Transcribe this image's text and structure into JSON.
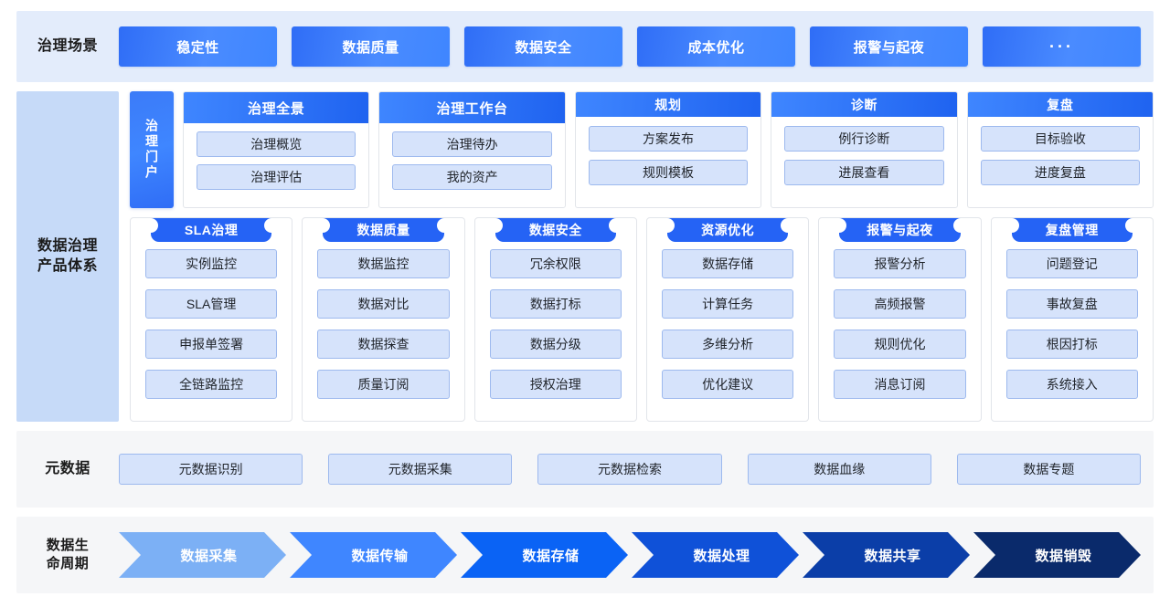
{
  "scenarios": {
    "label": "治理场景",
    "items": [
      {
        "label": "稳定性"
      },
      {
        "label": "数据质量"
      },
      {
        "label": "数据安全"
      },
      {
        "label": "成本优化"
      },
      {
        "label": "报警与起夜"
      },
      {
        "label": "···"
      }
    ]
  },
  "products": {
    "label": "数据治理\n产品体系",
    "label_line1": "数据治理",
    "label_line2": "产品体系",
    "portal_tab": "治理门户",
    "portal_cards": [
      {
        "title": "治理全景",
        "size": "wide",
        "items": [
          "治理概览",
          "治理评估"
        ]
      },
      {
        "title": "治理工作台",
        "size": "wide",
        "items": [
          "治理待办",
          "我的资产"
        ]
      },
      {
        "title": "规划",
        "size": "narrow",
        "items": [
          "方案发布",
          "规则模板"
        ]
      },
      {
        "title": "诊断",
        "size": "narrow",
        "items": [
          "例行诊断",
          "进展查看"
        ]
      },
      {
        "title": "复盘",
        "size": "narrow",
        "items": [
          "目标验收",
          "进度复盘"
        ]
      }
    ],
    "domains": [
      {
        "title": "SLA治理",
        "items": [
          "实例监控",
          "SLA管理",
          "申报单签署",
          "全链路监控"
        ]
      },
      {
        "title": "数据质量",
        "items": [
          "数据监控",
          "数据对比",
          "数据探查",
          "质量订阅"
        ]
      },
      {
        "title": "数据安全",
        "items": [
          "冗余权限",
          "数据打标",
          "数据分级",
          "授权治理"
        ]
      },
      {
        "title": "资源优化",
        "items": [
          "数据存储",
          "计算任务",
          "多维分析",
          "优化建议"
        ]
      },
      {
        "title": "报警与起夜",
        "items": [
          "报警分析",
          "高频报警",
          "规则优化",
          "消息订阅"
        ]
      },
      {
        "title": "复盘管理",
        "items": [
          "问题登记",
          "事故复盘",
          "根因打标",
          "系统接入"
        ]
      }
    ]
  },
  "metadata": {
    "label": "元数据",
    "items": [
      "元数据识别",
      "元数据采集",
      "元数据检索",
      "数据血缘",
      "数据专题"
    ]
  },
  "lifecycle": {
    "label_line1": "数据生",
    "label_line2": "命周期",
    "stages": [
      {
        "label": "数据采集",
        "color": "#7cb0f5"
      },
      {
        "label": "数据传输",
        "color": "#3f86ff"
      },
      {
        "label": "数据存储",
        "color": "#0a63f5"
      },
      {
        "label": "数据处理",
        "color": "#0f51d8"
      },
      {
        "label": "数据共享",
        "color": "#0b3ea8"
      },
      {
        "label": "数据销毁",
        "color": "#0a2a6b"
      }
    ]
  },
  "colors": {
    "scenario_band_bg": "#e3ecfb",
    "products_label_bg": "#c6daf8",
    "gray_band_bg": "#f5f6f8",
    "chip_bg": "#d6e3fb",
    "chip_border": "#9db9ee",
    "accent_blue": "#2563f5"
  }
}
